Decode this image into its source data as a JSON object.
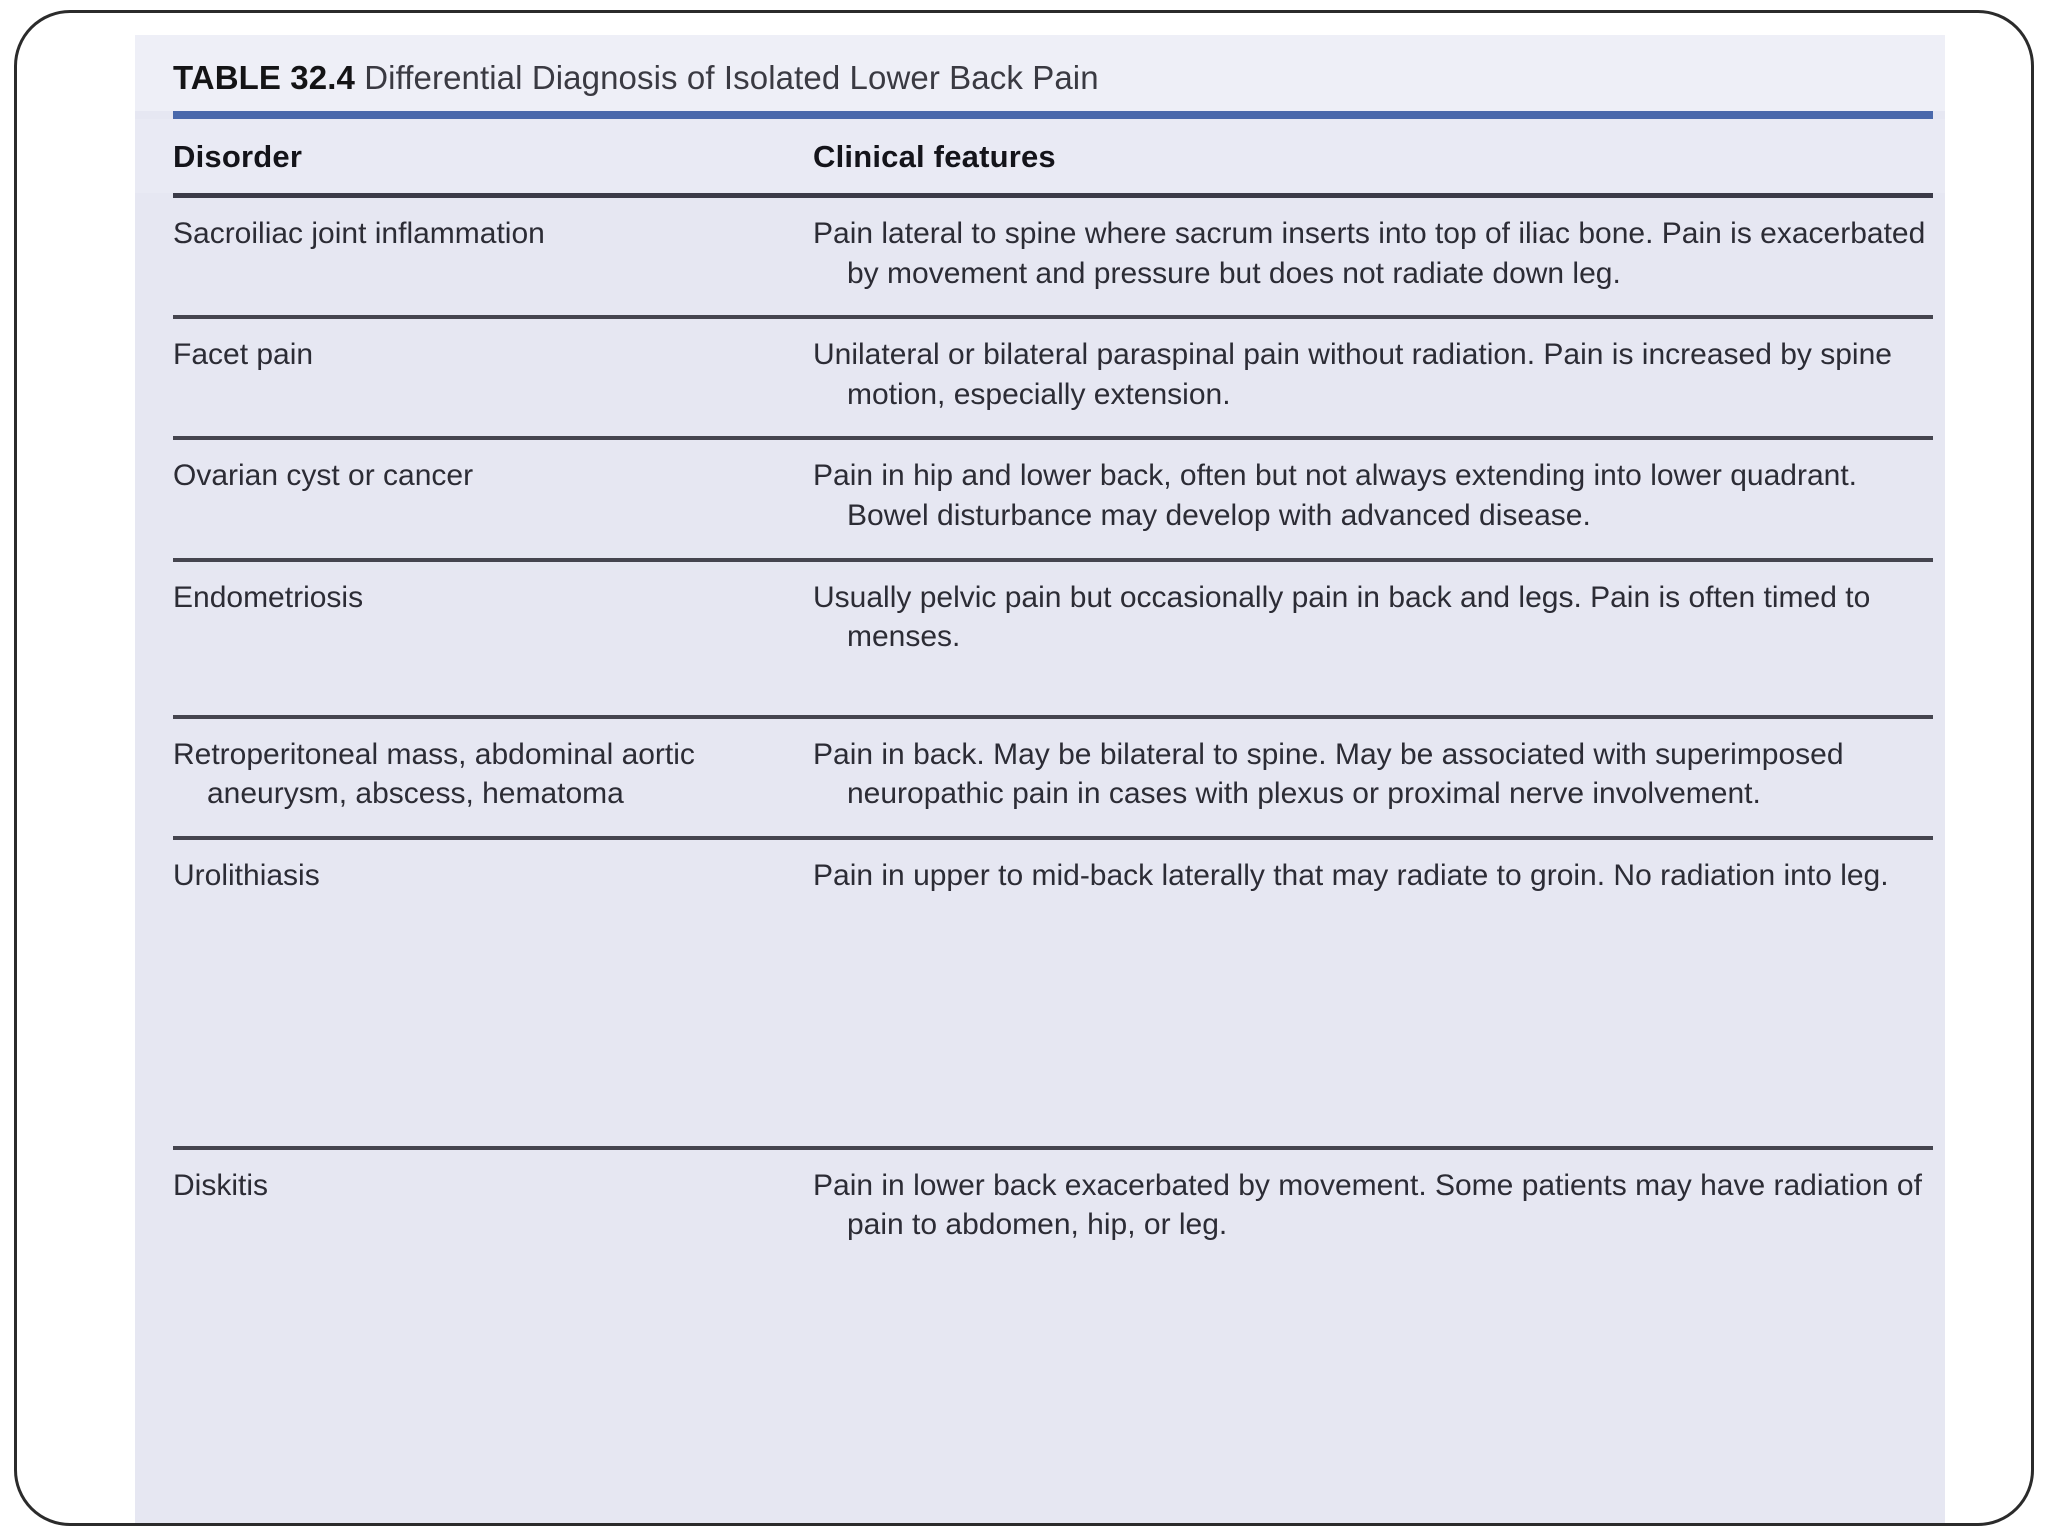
{
  "table": {
    "number_label": "TABLE 32.4",
    "caption": "Differential Diagnosis of Isolated Lower Back Pain",
    "accent_color": "#4a68ab",
    "background_color": "#e6e7f2",
    "rule_color": "#45454f",
    "columns": [
      {
        "key": "disorder",
        "header": "Disorder"
      },
      {
        "key": "features",
        "header": "Clinical features"
      }
    ],
    "rows": [
      {
        "disorder": "Sacroiliac joint inflammation",
        "features": "Pain lateral to spine where sacrum inserts into top of iliac bone. Pain is exacerbated by movement and pressure but does not radiate down leg."
      },
      {
        "disorder": "Facet pain",
        "features": "Unilateral or bilateral paraspinal pain without radiation. Pain is increased by spine motion, especially extension."
      },
      {
        "disorder": "Ovarian cyst or cancer",
        "features": "Pain in hip and lower back, often but not always extending into lower quadrant. Bowel disturbance may develop with advanced disease."
      },
      {
        "disorder": "Endometriosis",
        "features": "Usually pelvic pain but occasionally pain in back and legs. Pain is often timed to menses."
      },
      {
        "disorder": "Retroperitoneal mass, abdominal aortic aneurysm, abscess, hematoma",
        "features": "Pain in back. May be bilateral to spine. May be associated with superimposed neuropathic pain in cases with plexus or proximal nerve involvement."
      },
      {
        "disorder": "Urolithiasis",
        "features": "Pain in upper to mid-back laterally that may radiate to groin. No radiation into leg."
      },
      {
        "disorder": "Diskitis",
        "features": "Pain in lower back exacerbated by movement. Some patients may have radiation of pain to abdomen, hip, or leg."
      }
    ]
  }
}
